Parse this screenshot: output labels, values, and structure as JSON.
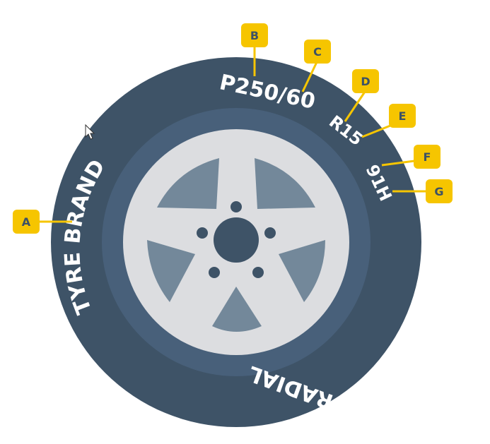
{
  "tyre": {
    "brand": "TYRE BRAND",
    "size_code": "P250/60",
    "rim_code": "R15",
    "load_index": "91H",
    "construction": "RADIAL"
  },
  "callouts": {
    "a": "A",
    "b": "B",
    "c": "C",
    "d": "D",
    "e": "E",
    "f": "F",
    "g": "G"
  },
  "colors": {
    "tyre": "#3e5367",
    "tyre_inner": "#48607a",
    "rim": "#dcdde0",
    "spoke_gap": "#73889a",
    "hub": "#3e5367",
    "callout": "#f6c500"
  }
}
